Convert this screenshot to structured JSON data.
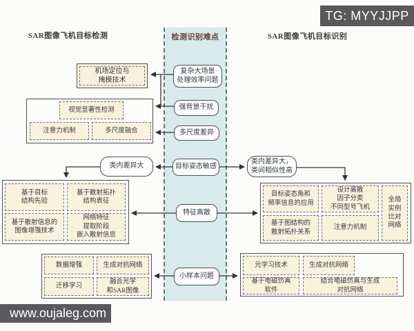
{
  "bars": {
    "tg": "TG: MYYJJPP",
    "site": "www.oujaleg.com"
  },
  "headers": {
    "left": "SAR图像飞机目标检测",
    "center": "检测识别难点",
    "right": "SAR图像飞机目标识别"
  },
  "difficulties": [
    "复杂大场景\n处理效率问题",
    "强背景干扰",
    "多尺度差异",
    "目标姿态敏感",
    "特征离散",
    "小样本问题"
  ],
  "detection": {
    "airport": "机场定位与\n掩模技术",
    "group1": [
      "视觉显著性检测",
      "注意力机制",
      "多尺度融合"
    ],
    "intra_node": "类内差异大",
    "group2": [
      "基于目标\n结构先验",
      "基于散射拓扑\n结构表征",
      "基于散射信息的\n图像增强技术",
      "网络特征\n提取阶段\n嵌入散射信息"
    ],
    "group3": [
      "数据增强",
      "生成对抗网络",
      "迁移学习",
      "融合光学\n和SAR图像"
    ]
  },
  "recognition": {
    "intra_inter_node": "类内差异大，\n类间相似性高",
    "group1": [
      "目标姿态角和\n频率信息的应用",
      "设计离散\n因子分类\n不同型号飞机",
      "全局\n实例\n比对\n网络",
      "基于图结构的\n散射拓扑关系",
      "注意力机制"
    ],
    "group2": [
      "元学习技术",
      "生成对抗网络",
      "基于电磁仿真\n软件",
      "结合电磁仿真与生成\n对抗网络"
    ]
  },
  "colors": {
    "band": "#d9eaeb",
    "box_fill": "#f8f1dc",
    "border": "#4f4f4f",
    "bar": "#59595b",
    "center_header": "#5e4136"
  }
}
